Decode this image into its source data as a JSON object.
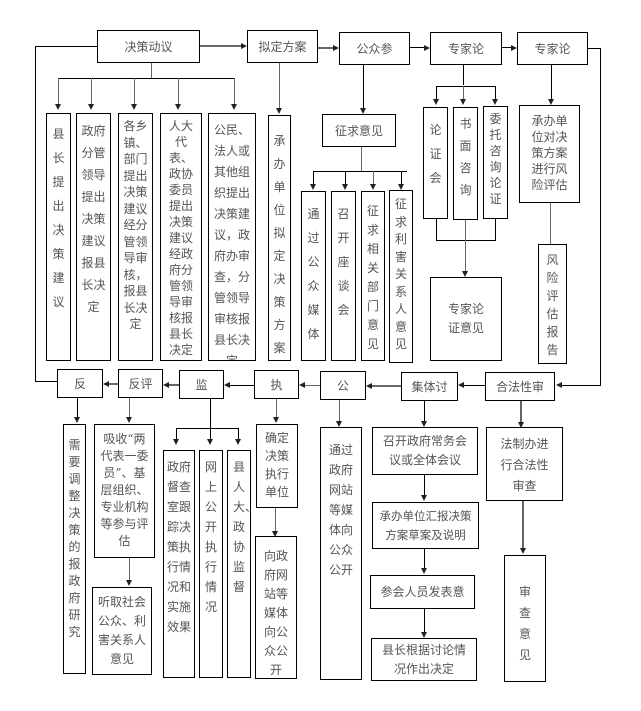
{
  "top_row": {
    "decision_proposal": "决策动议",
    "draft_plan": "拟定方案",
    "public_participation": "公众参",
    "expert_review_1": "专家论",
    "expert_review_2": "专家论"
  },
  "proposal_sources": [
    "县长提出决策建议",
    "政府分管领导提出决策建议报县长决定",
    "各乡镇、部门提出决策建议经分管领导审核，报县长决定",
    "人大代表、政协委员提出决策建议经政府分管领导审核报县长决定",
    "公民、法人或其他组织提出决策建议，政府办审查，分管领导审核报县长决定"
  ],
  "draft_detail": "承办单位拟定决策方案",
  "public": {
    "solicit": "征求意见",
    "methods": [
      "通过公众媒体",
      "召开座谈会",
      "征求相关部门意见",
      "征求利害关系人意见"
    ]
  },
  "expert": {
    "methods": [
      "论证会",
      "书面咨询",
      "委托咨询论证"
    ],
    "result": "专家论证意见",
    "risk_assess": "承办单位对决策方案进行风险评估",
    "risk_report": "风险评估报告"
  },
  "bottom_row": {
    "feedback": "反",
    "feedback_review": "反评",
    "supervise": "监",
    "execute": "执",
    "publicize": "公",
    "collective_discussion": "集体讨",
    "legality_review": "合法性审"
  },
  "feedback_detail": "需要调整决策的报政府研究",
  "review_detail": {
    "absorb": "吸收“两代表一委员”、基层组织、专业机构等参与评估",
    "listen": "听取社会公众、利害关系人意见"
  },
  "supervise_detail": [
    "政府督查室跟踪决策执行情况和实施效果",
    "网上公开执行情况",
    "县人大、政协监督"
  ],
  "execute_detail": {
    "unit": "确定决策执行单位",
    "publish": "向政府网站等媒体向公众公开"
  },
  "publicize_detail": "通过政府网站等媒体向公众公开",
  "discussion_steps": [
    "召开政府常务会议或全体会议",
    "承办单位汇报决策方案草案及说明",
    "参会人员发表意",
    "县长根据讨论情况作出决定"
  ],
  "legality_detail": {
    "review": "法制办进行合法性审查",
    "opinion": "审查意见"
  }
}
